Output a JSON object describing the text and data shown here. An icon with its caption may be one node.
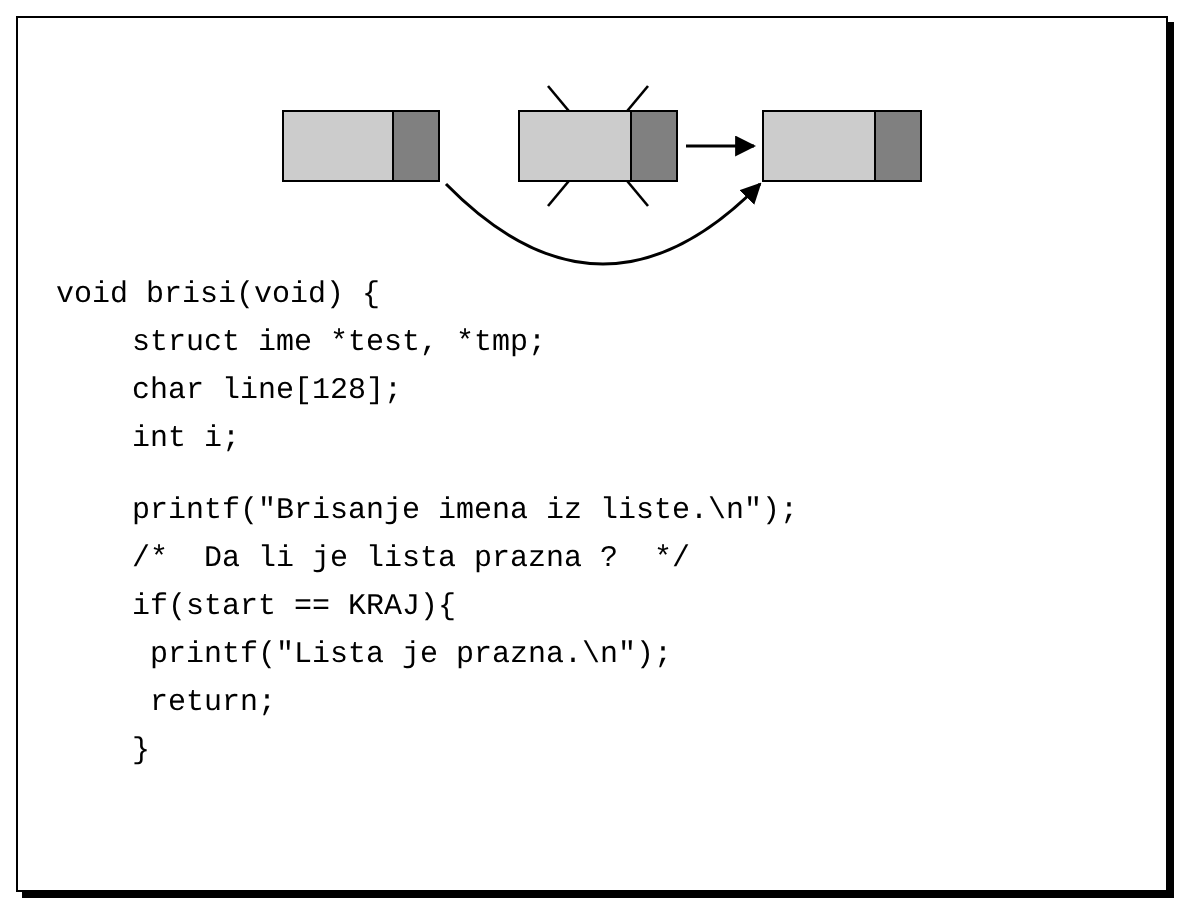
{
  "diagram": {
    "nodes": [
      {
        "text": [],
        "shape": "box"
      },
      {
        "text": [],
        "shape": "box"
      },
      {
        "text": [],
        "shape": "box"
      }
    ],
    "edges": [
      {
        "from": 0,
        "to": 2,
        "arrow": "to"
      },
      {
        "from": 1,
        "to": 2,
        "arrow": "to"
      }
    ],
    "labels": [
      "void brisi(void) {",
      "struct ime *test, *tmp;",
      "char line[128];",
      "int i;",
      "printf(\"Brisanje imena iz liste.\\n\");",
      "/*  Da li je lista prazna ?  */",
      "if(start == KRAJ){",
      "printf(\"Lista je prazna.\\n\");",
      "return;",
      "}"
    ]
  }
}
